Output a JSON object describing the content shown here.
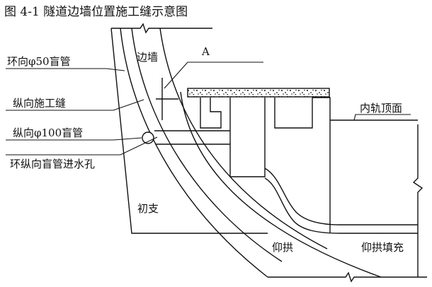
{
  "figure": {
    "title": "图 4-1 隧道边墙位置施工缝示意图"
  },
  "labels": {
    "side_wall": "边墙",
    "detail_a": "A",
    "circ_pipe": "环向φ50盲管",
    "long_joint": "纵向施工缝",
    "long_pipe": "纵向φ100盲管",
    "inlet_hole": "环纵向盲管进水孔",
    "rail_top": "内轨顶面",
    "primary_support": "初支",
    "invert": "仰拱",
    "invert_fill": "仰拱填充"
  },
  "colors": {
    "line": "#111111",
    "background": "#ffffff"
  }
}
